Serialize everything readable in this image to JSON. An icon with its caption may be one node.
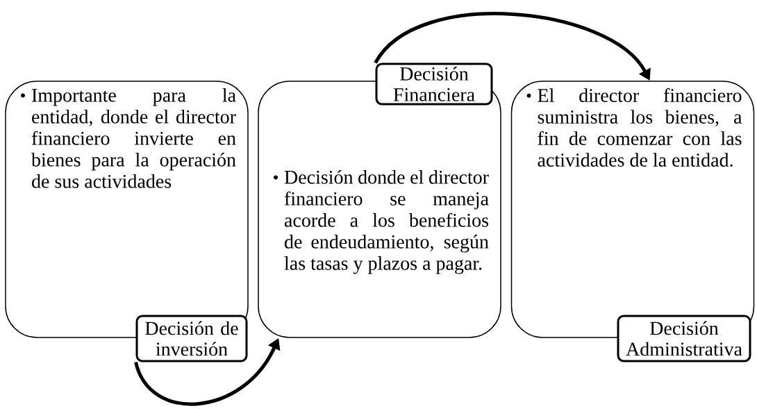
{
  "diagram": {
    "nodes": [
      {
        "text": [
          "Importante para la entidad, donde el director financiero invierte en bienes para la operación de sus actividades"
        ]
      },
      {
        "text": [
          "Decisión de inversión"
        ]
      },
      {
        "text": [
          "Decisión donde el director financiero se maneja acorde a los beneficios de endeudamiento, según las tasas y plazos a pagar."
        ]
      },
      {
        "text": [
          "Decisión Financiera"
        ]
      },
      {
        "text": [
          "El director financiero suministra los bienes, a fin de comenzar con las actividades de la entidad."
        ]
      },
      {
        "text": [
          "Decisión Administrativa"
        ]
      }
    ],
    "edges": [
      {
        "from": 1,
        "to": 2,
        "arrow": "to"
      },
      {
        "from": 3,
        "to": 4,
        "arrow": "to"
      }
    ]
  }
}
